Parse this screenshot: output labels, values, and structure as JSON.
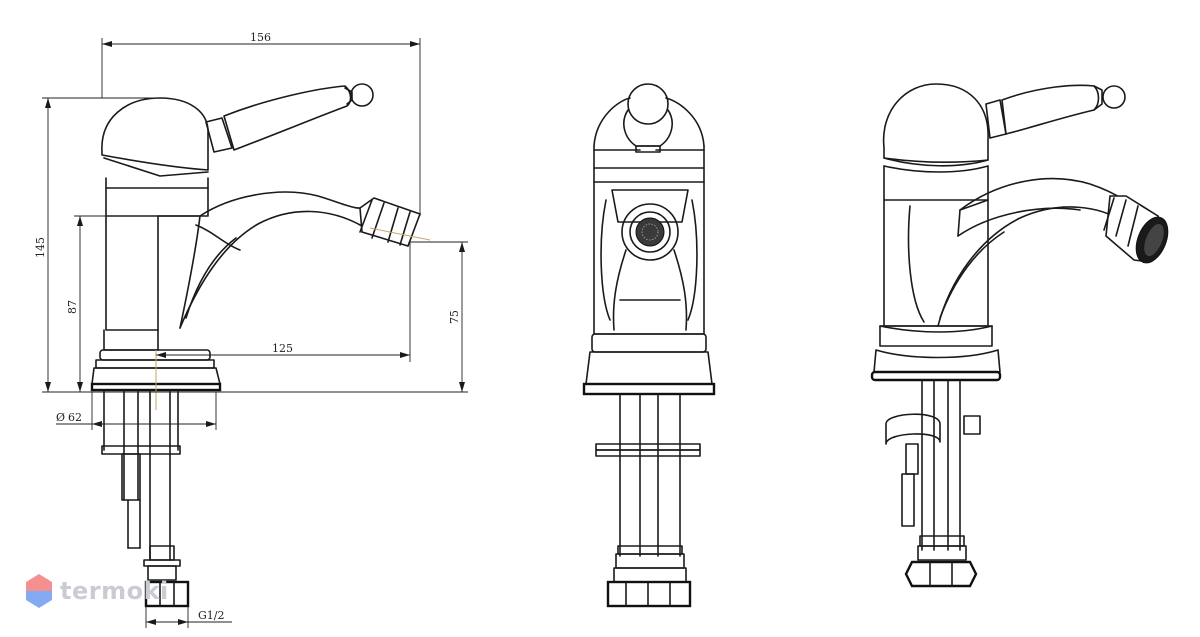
{
  "dimensions": {
    "width_total": "156",
    "height_total": "145",
    "spout_height": "87",
    "outlet_height": "75",
    "spout_reach": "125",
    "base_diameter": "62",
    "diameter_symbol": "Ø",
    "thread": "G1/2"
  },
  "watermark": {
    "text": "termoki",
    "logo": "hexagon-logo-icon",
    "colors": {
      "top": "#f26b6b",
      "bottom": "#5b8def",
      "text": "#c9ccd3"
    }
  }
}
